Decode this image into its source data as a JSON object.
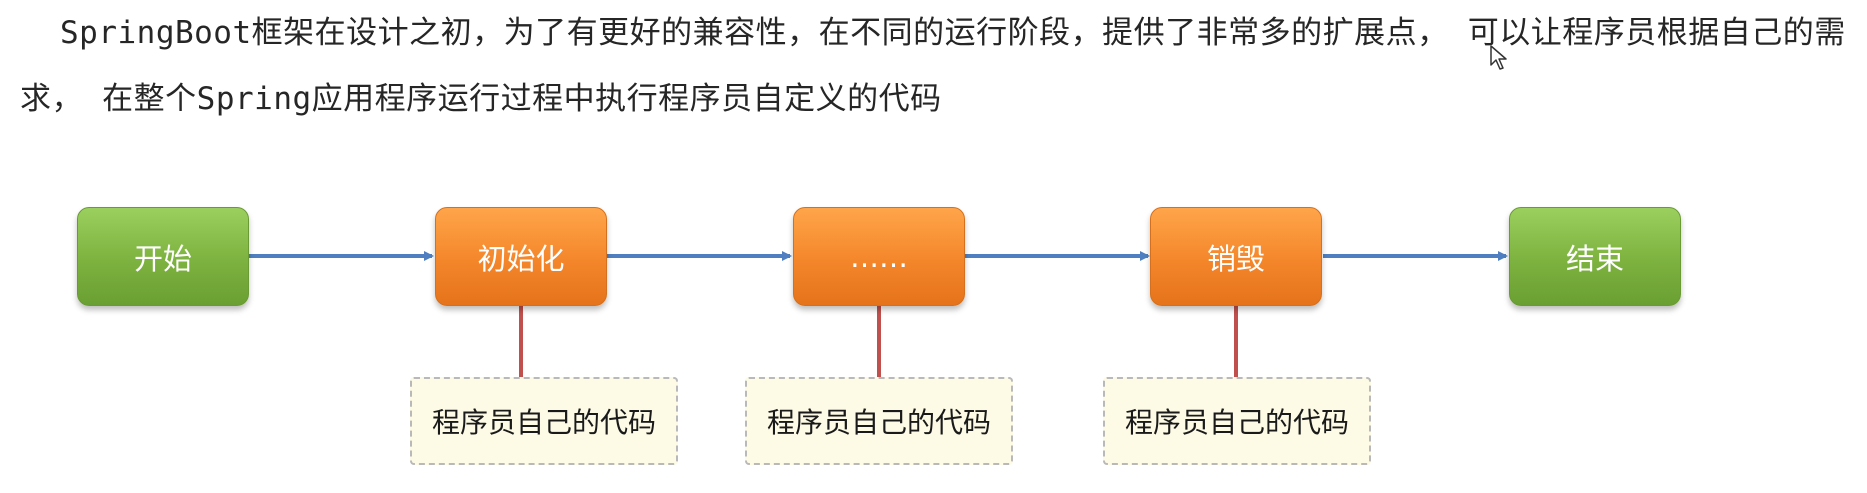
{
  "paragraph": {
    "text": "SpringBoot框架在设计之初，为了有更好的兼容性，在不同的运行阶段，提供了非常多的扩展点， 可以让程序员根据自己的需求， 在整个Spring应用程序运行过程中执行程序员自定义的代码"
  },
  "flow": {
    "nodes": [
      {
        "id": "start",
        "label": "开始",
        "color": "green"
      },
      {
        "id": "init",
        "label": "初始化",
        "color": "orange"
      },
      {
        "id": "middle",
        "label": "……",
        "color": "orange"
      },
      {
        "id": "destroy",
        "label": "销毁",
        "color": "orange"
      },
      {
        "id": "end",
        "label": "结束",
        "color": "green"
      }
    ],
    "code_boxes": [
      {
        "attached_to": "init",
        "label": "程序员自己的代码"
      },
      {
        "attached_to": "middle",
        "label": "程序员自己的代码"
      },
      {
        "attached_to": "destroy",
        "label": "程序员自己的代码"
      }
    ]
  },
  "colors": {
    "green": "#7db23f",
    "orange": "#f4862a",
    "arrow": "#4f7fc0",
    "stem": "#c0504d",
    "box_fill": "#fdfbe6",
    "box_border": "#b9b9b9"
  }
}
